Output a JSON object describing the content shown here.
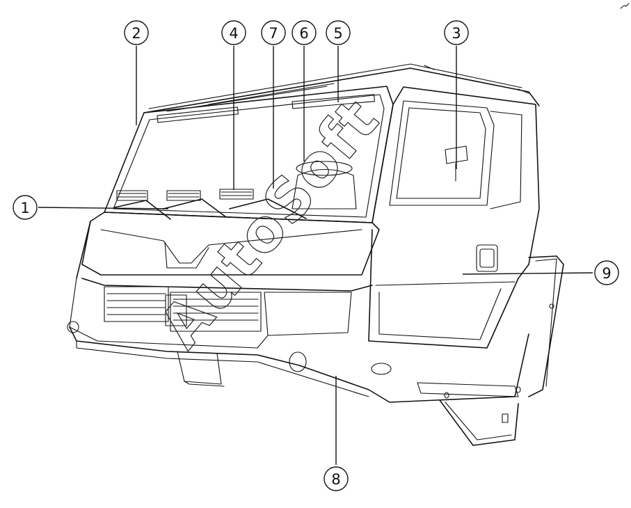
{
  "callouts": [
    {
      "label": "2"
    },
    {
      "label": "4"
    },
    {
      "label": "7"
    },
    {
      "label": "6"
    },
    {
      "label": "5"
    },
    {
      "label": "3"
    },
    {
      "label": "1"
    },
    {
      "label": "9"
    },
    {
      "label": "8"
    }
  ],
  "watermark": {
    "text": "AutoSoft"
  }
}
